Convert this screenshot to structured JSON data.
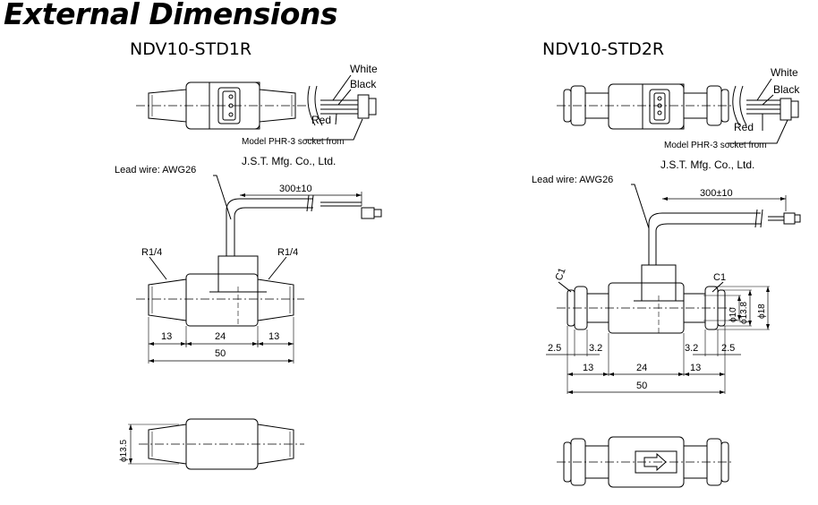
{
  "title": "External Dimensions",
  "models": {
    "left": {
      "name": "NDV10-STD1R",
      "wire_white": "White",
      "wire_black": "Black",
      "wire_red": "Red",
      "socket_line1": "Model PHR-3 socket from",
      "socket_line2": "J.S.T. Mfg. Co., Ltd.",
      "lead_wire": "Lead wire: AWG26",
      "wire_length": "300±10",
      "thread_left": "R1/4",
      "thread_right": "R1/4",
      "dim_13a": "13",
      "dim_24": "24",
      "dim_13b": "13",
      "dim_50": "50",
      "dia_body": "ϕ13.5"
    },
    "right": {
      "name": "NDV10-STD2R",
      "wire_white": "White",
      "wire_black": "Black",
      "wire_red": "Red",
      "socket_line1": "Model PHR-3 socket from",
      "socket_line2": "J.S.T. Mfg. Co., Ltd.",
      "lead_wire": "Lead wire: AWG26",
      "wire_length": "300±10",
      "chamfer_left": "C1",
      "chamfer_right": "C1",
      "dia_10": "ϕ10",
      "dia_13_8": "ϕ13.8",
      "dia_18": "ϕ18",
      "dim_2_5a": "2.5",
      "dim_3_2a": "3.2",
      "dim_3_2b": "3.2",
      "dim_2_5b": "2.5",
      "dim_13a": "13",
      "dim_24": "24",
      "dim_13b": "13",
      "dim_50": "50"
    }
  }
}
